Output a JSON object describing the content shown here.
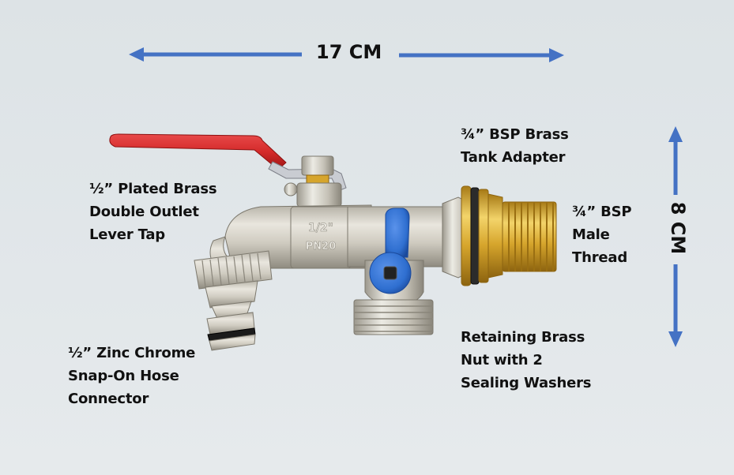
{
  "dimensions": {
    "width_label": "17 CM",
    "height_label": "8 CM",
    "arrow_color": "#4472c4"
  },
  "labels": {
    "lever_tap": {
      "lines": [
        "½” Plated Brass",
        "Double Outlet",
        "Lever Tap"
      ]
    },
    "tank_adapter": {
      "lines": [
        "¾” BSP Brass",
        "Tank Adapter"
      ]
    },
    "male_thread": {
      "lines": [
        "¾” BSP",
        "Male",
        "Thread"
      ]
    },
    "retaining_nut": {
      "lines": [
        "Retaining Brass",
        "Nut with 2",
        "Sealing Washers"
      ]
    },
    "hose_connector": {
      "lines": [
        "½” Zinc Chrome",
        "Snap-On Hose",
        "Connector"
      ]
    }
  },
  "product": {
    "body_marking_top": "1/2\"",
    "body_marking_bottom": "PN20",
    "lever_color": "#d42a2a",
    "secondary_handle_color": "#2f6fd0",
    "brass_color": "#d4a62a",
    "chrome_color": "#c9c6bd"
  }
}
